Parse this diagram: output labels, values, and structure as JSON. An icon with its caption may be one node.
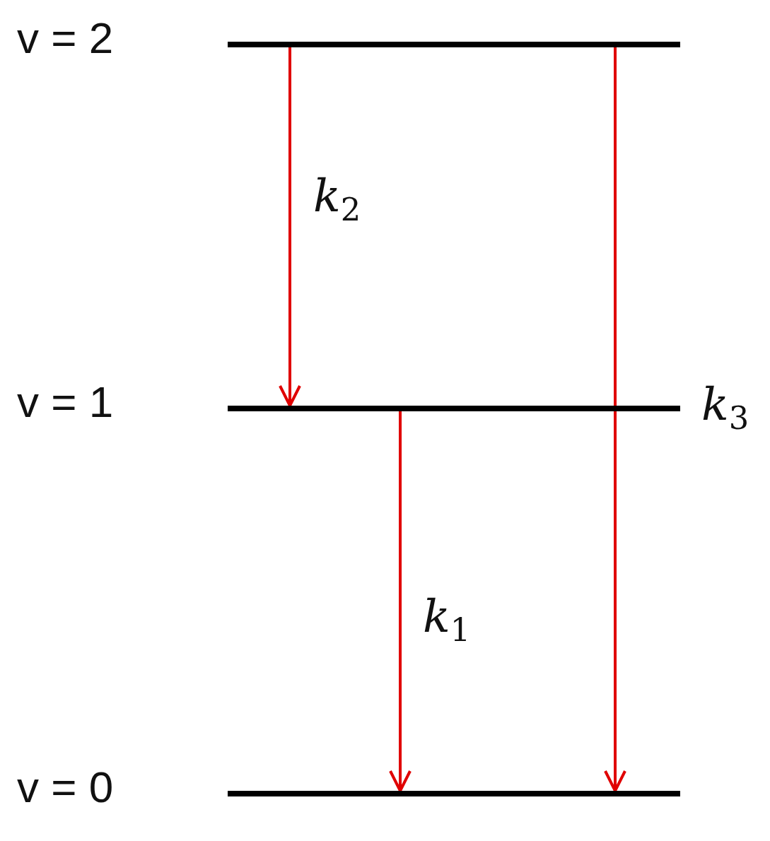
{
  "diagram": {
    "nodes": [
      {
        "text": [],
        "shape": "bar",
        "beside": [
          "v = 2"
        ]
      },
      {
        "text": [],
        "shape": "bar",
        "beside": [
          "v = 1"
        ]
      },
      {
        "text": [],
        "shape": "bar",
        "beside": [
          "v = 0"
        ]
      }
    ],
    "edges": [
      {
        "from": 0,
        "to": 1,
        "arrow": "to",
        "label": "*k*$_{2}$",
        "color": "#e00000"
      },
      {
        "from": 1,
        "to": 2,
        "arrow": "to",
        "label": "*k*$_{1}$",
        "color": "#e00000"
      },
      {
        "from": 0,
        "to": 2,
        "arrow": "to",
        "label": "*k*$_{3}$",
        "color": "#e00000"
      }
    ]
  }
}
